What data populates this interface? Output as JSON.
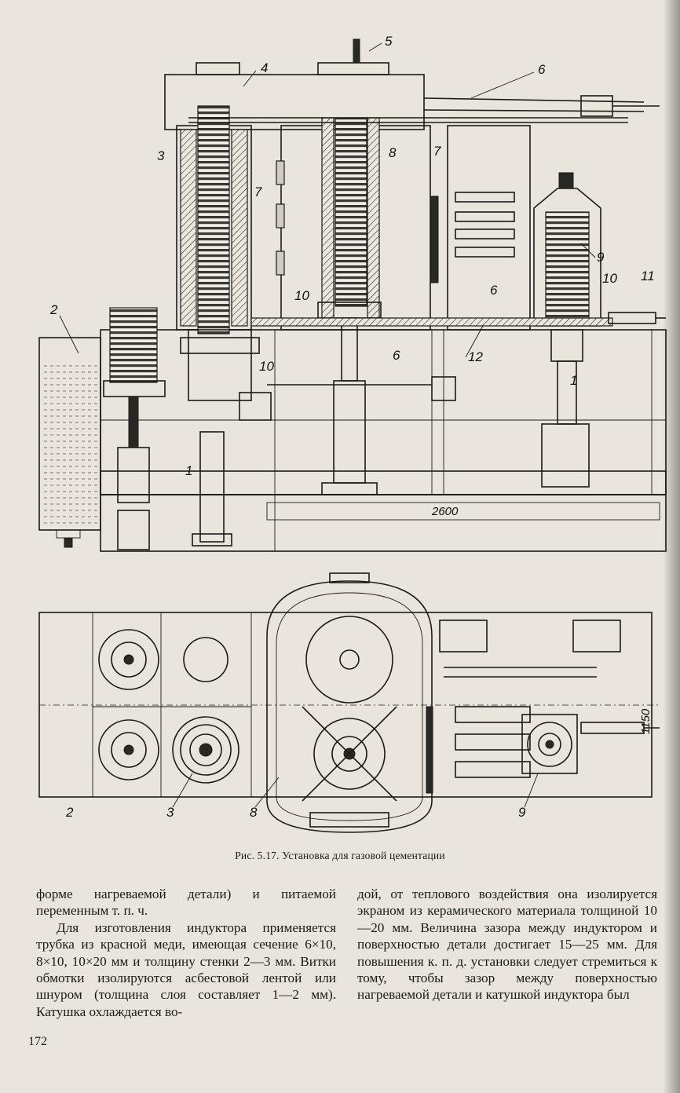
{
  "figure": {
    "caption": "Рис. 5.17. Установка для газовой цементации",
    "side_view_labels": [
      "4",
      "5",
      "6",
      "3",
      "8",
      "7",
      "7",
      "9",
      "10",
      "11",
      "2",
      "10",
      "6",
      "12",
      "10",
      "6",
      "1",
      "1"
    ],
    "side_view_dimension": "2600",
    "plan_view_labels": [
      "2",
      "3",
      "8",
      "9"
    ],
    "plan_view_dimension": "1150"
  },
  "text": {
    "left_column": [
      "форме нагреваемой детали) и питаемой переменным т. п. ч.",
      "Для изготовления индуктора применяется трубка из красной меди, имеющая сечение 6×10, 8×10, 10×20 мм и толщину стенки 2—3 мм. Витки обмотки изолируются асбестовой лентой или шнуром (толщина слоя составляет 1—2 мм). Катушка охлаждается во-"
    ],
    "right_column": [
      "дой, от теплового воздействия она изолируется экраном из керамического материала толщиной 10—20 мм. Величина зазора между индуктором и поверхностью детали достигает 15—25 мм. Для повышения к. п. д. установки следует стремиться к тому, чтобы зазор между поверхностью нагреваемой детали и катушкой индуктора был"
    ]
  },
  "page_number": "172"
}
